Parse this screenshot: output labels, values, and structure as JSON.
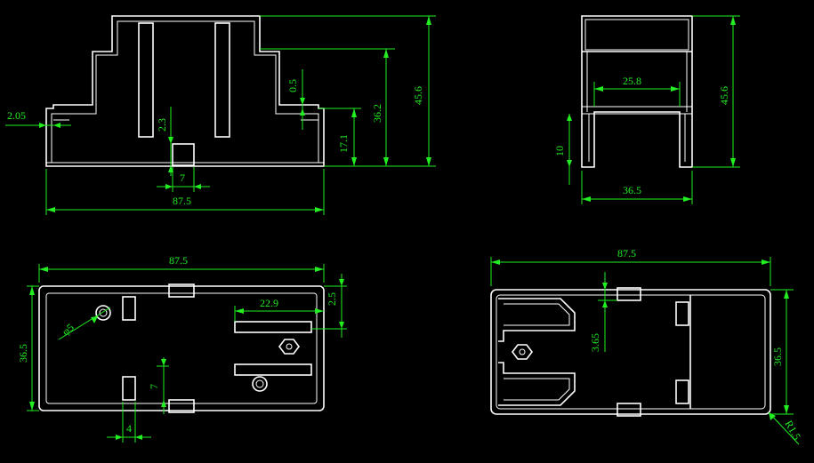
{
  "drawing": {
    "background": "#000000",
    "line_color": "#ffffff",
    "dimension_color": "#22ee22",
    "views": {
      "front_view": {
        "dims": {
          "width_total": "87.5",
          "tab_width": "7",
          "wall": "2.05",
          "tab_height": "2.3",
          "step": "0.5",
          "h_lower": "17.1",
          "h_mid": "36.2",
          "h_total": "45.6"
        }
      },
      "side_view": {
        "dims": {
          "inner_width": "25.8",
          "depth": "36.5",
          "base_height": "10",
          "h_total": "45.6"
        }
      },
      "top_view": {
        "dims": {
          "length": "87.5",
          "width": "36.5",
          "hole_dia": "φ5",
          "slot_length": "22.9",
          "edge_offset": "2.5",
          "tab_height": "7",
          "tab_width": "4"
        }
      },
      "bottom_view": {
        "dims": {
          "length": "87.5",
          "width": "36.5",
          "offset": "3.65",
          "radius": "R1.5"
        }
      }
    }
  }
}
